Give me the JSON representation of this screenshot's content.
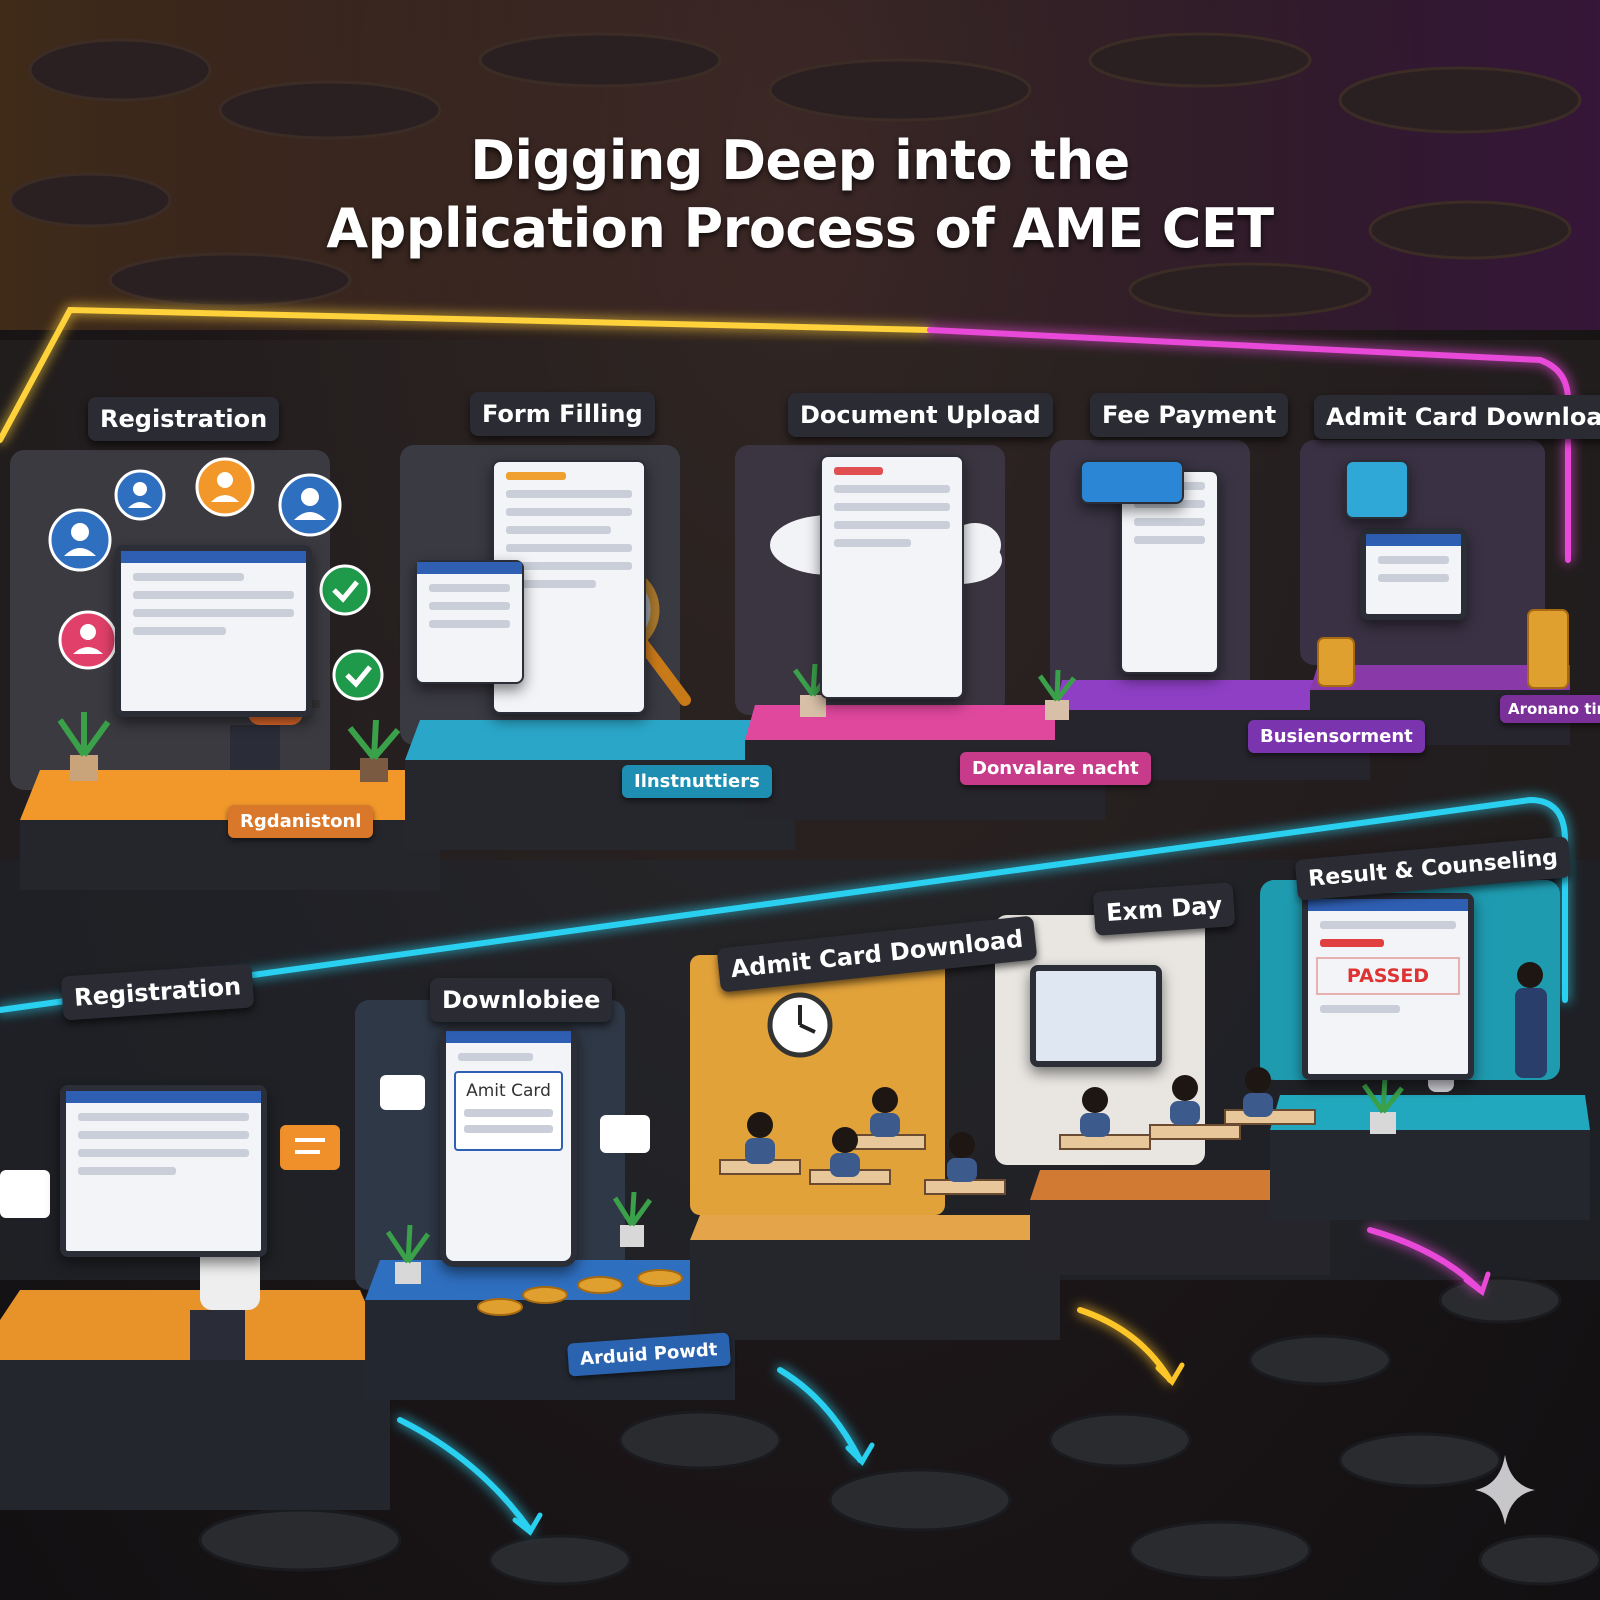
{
  "title": {
    "line1": "Digging Deep into the",
    "line2": "Application Process of AME CET"
  },
  "top_row": [
    {
      "label": "Registration",
      "tag": "Rgdanistonl",
      "color": "#f2982b"
    },
    {
      "label": "Form Filling",
      "tag": "Ilnstnuttiers",
      "color": "#2aa6c8"
    },
    {
      "label": "Document Upload",
      "tag": "Donvalare nacht",
      "color": "#e0489e"
    },
    {
      "label": "Fee Payment",
      "tag": "Busiensorment",
      "color": "#8e3fc4"
    },
    {
      "label": "Admit Card Download",
      "tag": "Aronano tinc",
      "color": "#8a3aa8"
    }
  ],
  "bottom_row": [
    {
      "label": "Registration",
      "color": "#e8922a"
    },
    {
      "label": "Downlobiee",
      "tag": "Arduid Powdt",
      "color": "#2f6fc0"
    },
    {
      "label": "Admit Card Download",
      "color": "#e2a23a"
    },
    {
      "label": "Exm Day",
      "color": "#d07a34"
    },
    {
      "label": "Result & Counseling",
      "color": "#1f9bb0"
    }
  ],
  "screens": {
    "admit_card": "Amit Card",
    "result": "PASSED"
  },
  "flow_colors": {
    "top_left": "#ffd23a",
    "top_right": "#e94ad8",
    "bottom": "#29d0f0"
  },
  "icons": [
    "user-icon",
    "check-icon",
    "magnifier-icon",
    "cloud-upload-icon",
    "coin-stack-icon",
    "clock-icon",
    "plant-icon",
    "sparkle-icon"
  ]
}
